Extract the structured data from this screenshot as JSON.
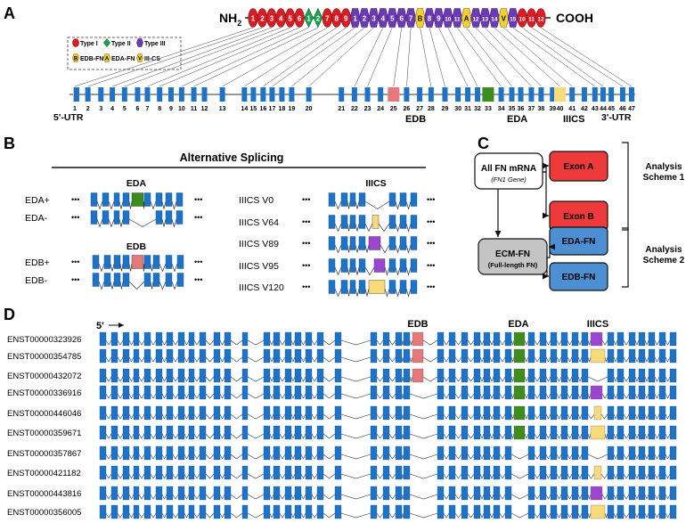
{
  "colors": {
    "exon": "#1f73c6",
    "exon_dark": "#0d4f94",
    "edb": "#e5787a",
    "eda": "#3d8c1e",
    "iiics": "#f7da7a",
    "iiics_purple": "#9a46d0",
    "utr": "#e9b9a3",
    "type1": "#d71e26",
    "type2": "#1aa357",
    "type3": "#6b3bb3",
    "edb_fn": "#f1cf35",
    "red_box": "#ee3a3a",
    "blue_box": "#4d8fd3",
    "grey_box": "#c4c4c4"
  },
  "panel_a": {
    "label": "A",
    "n_term": "NH",
    "n_term_sub": "2",
    "c_term": "COOH",
    "legend": [
      {
        "key": "type1",
        "symbol": "oval",
        "text": "Type I"
      },
      {
        "key": "type2",
        "symbol": "diamond",
        "text": "Type II"
      },
      {
        "key": "type3",
        "symbol": "hex",
        "text": "Type III"
      },
      {
        "key": "edb_fn",
        "symbol": "hex",
        "letter": "B",
        "text": "EDB-FN"
      },
      {
        "key": "edb_fn",
        "symbol": "hex",
        "letter": "A",
        "text": "EDA-FN"
      },
      {
        "key": "edb_fn",
        "symbol": "hex",
        "letter": "V",
        "text": "III-CS"
      }
    ],
    "domains": [
      {
        "type": "type1",
        "label": "1"
      },
      {
        "type": "type1",
        "label": "2"
      },
      {
        "type": "type1",
        "label": "3"
      },
      {
        "type": "type1",
        "label": "4"
      },
      {
        "type": "type1",
        "label": "5"
      },
      {
        "type": "type1",
        "label": "6"
      },
      {
        "type": "type2",
        "label": "1"
      },
      {
        "type": "type2",
        "label": "2"
      },
      {
        "type": "type1",
        "label": "7"
      },
      {
        "type": "type1",
        "label": "8"
      },
      {
        "type": "type1",
        "label": "9"
      },
      {
        "type": "type3",
        "label": "1"
      },
      {
        "type": "type3",
        "label": "2"
      },
      {
        "type": "type3",
        "label": "3"
      },
      {
        "type": "type3",
        "label": "4"
      },
      {
        "type": "type3",
        "label": "5"
      },
      {
        "type": "type3",
        "label": "6"
      },
      {
        "type": "type3",
        "label": "7"
      },
      {
        "type": "edb_fn",
        "label": "B"
      },
      {
        "type": "type3",
        "label": "8"
      },
      {
        "type": "type3",
        "label": "9"
      },
      {
        "type": "type3",
        "label": "10"
      },
      {
        "type": "type3",
        "label": "11"
      },
      {
        "type": "edb_fn",
        "label": "A"
      },
      {
        "type": "type3",
        "label": "12"
      },
      {
        "type": "type3",
        "label": "13"
      },
      {
        "type": "type3",
        "label": "14"
      },
      {
        "type": "edb_fn",
        "label": "V"
      },
      {
        "type": "type3",
        "label": "15"
      },
      {
        "type": "type1",
        "label": "10"
      },
      {
        "type": "type1",
        "label": "11"
      },
      {
        "type": "type1",
        "label": "12"
      }
    ],
    "exon_numbers": [
      "1",
      "2",
      "3",
      "4",
      "5",
      "6",
      "7",
      "8",
      "9",
      "10",
      "11",
      "12",
      "13",
      "14",
      "15",
      "16",
      "17",
      "18",
      "19",
      "20",
      "21",
      "22",
      "23",
      "24",
      "25",
      "26",
      "27",
      "28",
      "29",
      "30",
      "31",
      "32",
      "33",
      "34",
      "35",
      "36",
      "37",
      "38",
      "39",
      "40",
      "41",
      "42",
      "43",
      "44",
      "45",
      "46",
      "47"
    ],
    "special_exons": {
      "25": "edb",
      "33": "eda",
      "40": "iiics"
    },
    "utr5": "5'-UTR",
    "utr3": "3'-UTR",
    "edb_label": "EDB",
    "eda_label": "EDA",
    "iiics_label": "IIICS"
  },
  "panel_b": {
    "label": "B",
    "title": "Alternative Splicing",
    "eda_header": "EDA",
    "edb_header": "EDB",
    "iiics_header": "IIICS",
    "rows_left": [
      {
        "label": "EDA+",
        "variant": "eda_plus"
      },
      {
        "label": "EDA-",
        "variant": "eda_minus"
      },
      {
        "label": "EDB+",
        "variant": "edb_plus"
      },
      {
        "label": "EDB-",
        "variant": "edb_minus"
      }
    ],
    "rows_right": [
      {
        "label": "IIICS V0",
        "variant": "v0"
      },
      {
        "label": "IIICS V64",
        "variant": "v64"
      },
      {
        "label": "IIICS V89",
        "variant": "v89"
      },
      {
        "label": "IIICS V95",
        "variant": "v95"
      },
      {
        "label": "IIICS V120",
        "variant": "v120"
      }
    ],
    "dots": "•••"
  },
  "panel_c": {
    "label": "C",
    "all_fn": "All FN mRNA",
    "all_fn_sub": "(FN1 Gene)",
    "exon_a": "Exon A",
    "exon_b": "Exon B",
    "ecm_fn": "ECM-FN",
    "ecm_fn_sub": "(Full-length FN)",
    "eda_fn": "EDA-FN",
    "edb_fn": "EDB-FN",
    "scheme1": [
      "Analysis",
      "Scheme 1"
    ],
    "scheme2": [
      "Analysis",
      "Scheme 2"
    ]
  },
  "panel_d": {
    "label": "D",
    "five_prime": "5'",
    "edb_label": "EDB",
    "eda_label": "EDA",
    "iiics_label": "IIICS",
    "transcripts": [
      {
        "id": "ENST00000323926",
        "edb": true,
        "eda": true,
        "iiics": "purple"
      },
      {
        "id": "ENST00000354785",
        "edb": true,
        "eda": true,
        "iiics": "yellow_full"
      },
      {
        "id": "ENST00000432072",
        "edb": true,
        "eda": true,
        "iiics": "none"
      },
      {
        "id": "ENST00000336916",
        "edb": false,
        "eda": true,
        "iiics": "purple"
      },
      {
        "id": "ENST00000446046",
        "edb": false,
        "eda": true,
        "iiics": "yellow_part"
      },
      {
        "id": "ENST00000359671",
        "edb": false,
        "eda": true,
        "iiics": "yellow_full"
      },
      {
        "id": "ENST00000357867",
        "edb": false,
        "eda": false,
        "iiics": "none"
      },
      {
        "id": "ENST00000421182",
        "edb": false,
        "eda": false,
        "iiics": "yellow_part"
      },
      {
        "id": "ENST00000443816",
        "edb": false,
        "eda": false,
        "iiics": "purple"
      },
      {
        "id": "ENST00000356005",
        "edb": false,
        "eda": false,
        "iiics": "yellow_full"
      }
    ]
  }
}
